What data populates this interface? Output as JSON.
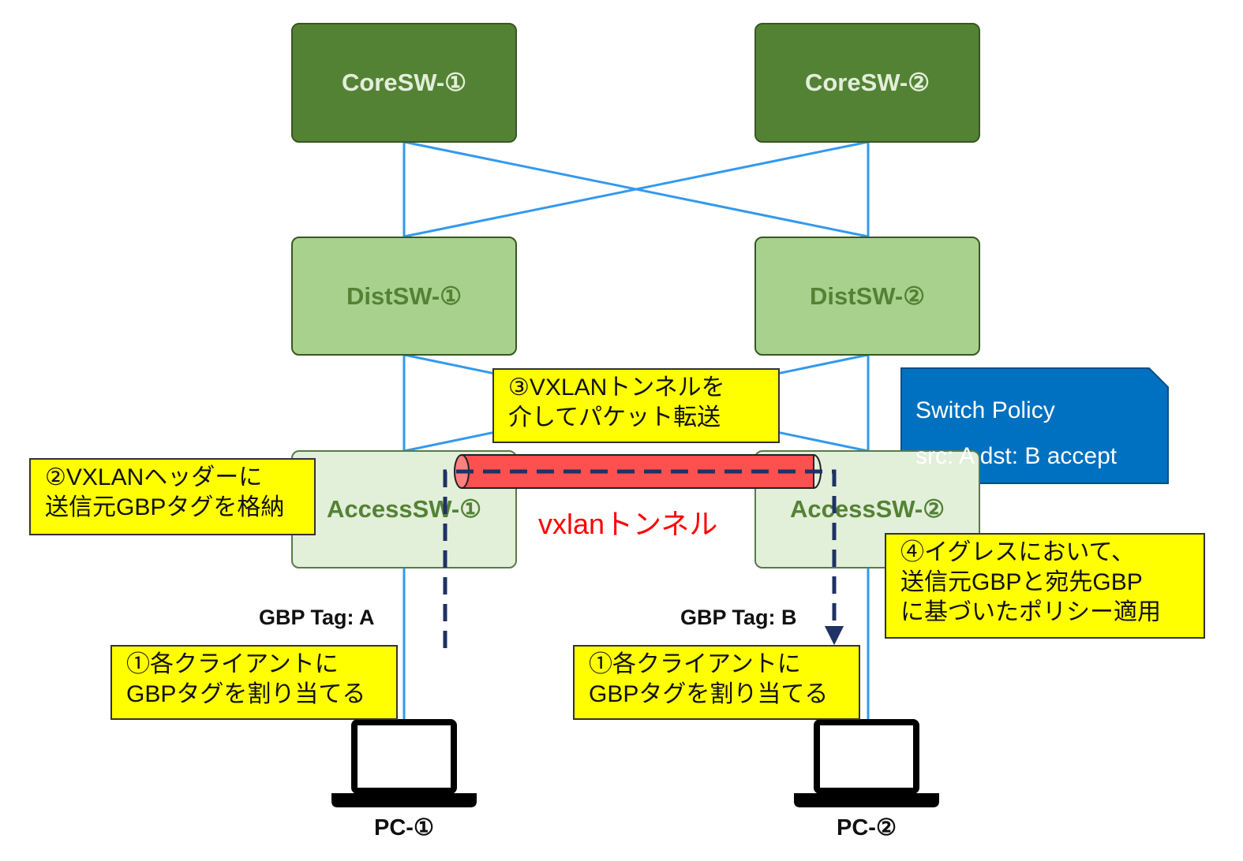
{
  "colors": {
    "link": "#3399ee",
    "core_fill": "#548235",
    "dist_fill": "#a9d18e",
    "access_fill": "#e2efd9",
    "note_fill": "#ffff00",
    "policy_fill": "#0070c0",
    "tunnel_fill": "#ff5050",
    "flow_arrow": "#1f3264",
    "tunnel_label": "#ff0000"
  },
  "switches": {
    "core1": "CoreSW-①",
    "core2": "CoreSW-②",
    "dist1": "DistSW-①",
    "dist2": "DistSW-②",
    "access1": "AccessSW-①",
    "access2": "AccessSW-②"
  },
  "pcs": {
    "pc1": "PC-①",
    "pc2": "PC-②"
  },
  "tags": {
    "tag_a": "GBP Tag: A",
    "tag_b": "GBP Tag: B"
  },
  "tunnel": {
    "label": "vxlanトンネル"
  },
  "policy": {
    "title": "Switch Policy",
    "rule": "src: A dst: B accept"
  },
  "notes": {
    "step1_left": [
      "①各クライアントに",
      "GBPタグを割り当てる"
    ],
    "step1_right": [
      "①各クライアントに",
      "GBPタグを割り当てる"
    ],
    "step2": [
      "②VXLANヘッダーに",
      "送信元GBPタグを格納"
    ],
    "step3": [
      "③VXLANトンネルを",
      "介してパケット転送"
    ],
    "step4": [
      "④イグレスにおいて、",
      "送信元GBPと宛先GBP",
      "に基づいたポリシー適用"
    ]
  },
  "icons": [
    "laptop-icon",
    "laptop-icon"
  ]
}
